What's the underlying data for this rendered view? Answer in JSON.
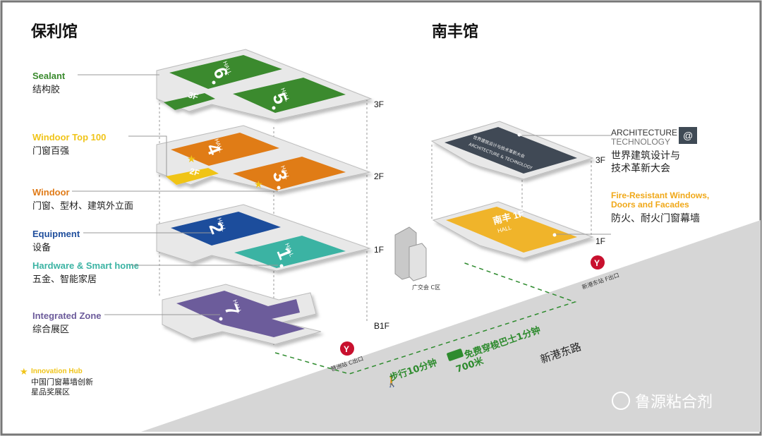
{
  "titles": {
    "poly": "保利馆",
    "nanfeng": "南丰馆"
  },
  "legend": {
    "sealant": {
      "en": "Sealant",
      "cn": "结构胶",
      "color": "#3a8a2e"
    },
    "windoor_top": {
      "en": "Windoor Top 100",
      "cn": "门窗百强",
      "color": "#f0c419"
    },
    "windoor": {
      "en": "Windoor",
      "cn": "门窗、型材、建筑外立面",
      "color": "#e07b18"
    },
    "equipment": {
      "en": "Equipment",
      "cn": "设备",
      "color": "#1f4e9c"
    },
    "hardware": {
      "en": "Hardware & Smart home",
      "cn": "五金、智能家居",
      "color": "#3bb3a3"
    },
    "integrated": {
      "en": "Integrated Zone",
      "cn": "综合展区",
      "color": "#6c5b9b"
    },
    "innovation": {
      "en": "Innovation Hub",
      "cn1": "中国门窗幕墙创新",
      "cn2": "星品奖展区",
      "color": "#f0c419"
    },
    "architecture": {
      "en1": "ARCHITECTURE",
      "en2": "TECHNOLOGY",
      "badge": "@",
      "cn1": "世界建筑设计与",
      "cn2": "技术革新大会"
    },
    "fire": {
      "en1": "Fire-Resistant Windows,",
      "en2": "Doors and Facades",
      "cn": "防火、耐火门窗幕墙",
      "color": "#f0a818"
    }
  },
  "floors": {
    "f3": "3F",
    "f2": "2F",
    "f1": "1F",
    "b1": "B1F",
    "n3": "3F",
    "n1": "1F"
  },
  "halls": {
    "h6": {
      "num": "6",
      "sub": "HALL"
    },
    "h5": {
      "num": "5",
      "sub": "HALL"
    },
    "h3f": {
      "num": "3F",
      "sub": "HALL"
    },
    "h4": {
      "num": "4",
      "sub": "HALL"
    },
    "h3": {
      "num": "3",
      "sub": "HALL"
    },
    "h2f": {
      "num": "2F",
      "sub": "HALL"
    },
    "h2": {
      "num": "2",
      "sub": "HALL"
    },
    "h1": {
      "num": "1",
      "sub": "HALL"
    },
    "h7": {
      "num": "7",
      "sub": "HALL"
    },
    "n3": {
      "cn": "世界建筑设计与技术革新大会",
      "en": "ARCHITECTURE & TECHNOLOGY"
    },
    "n1": {
      "cn": "南丰 1F",
      "sub": "HALL"
    }
  },
  "map": {
    "metro_c": "琶洲站 C出口",
    "metro_f": "新港东站 F出口",
    "walk": "步行10分钟",
    "bus": "免费穿梭巴士1分钟",
    "distance": "700米",
    "road": "新港东路",
    "building": "广交会 C区"
  },
  "watermark": "鲁源粘合剂"
}
